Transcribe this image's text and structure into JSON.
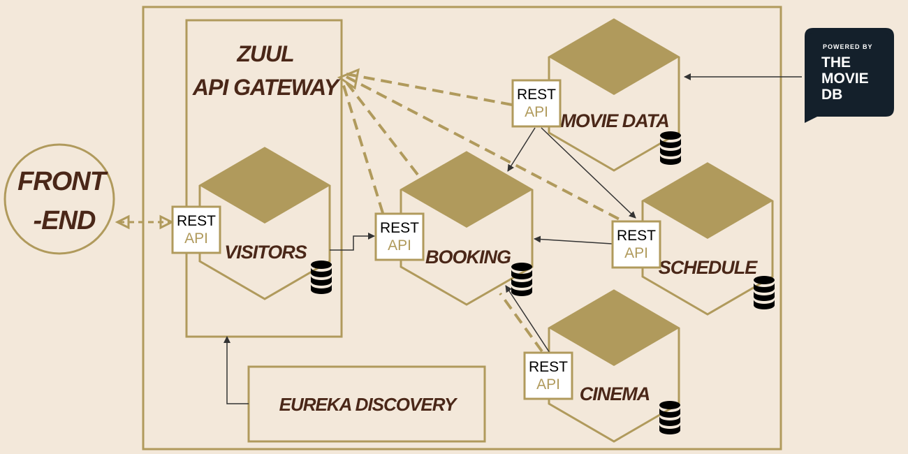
{
  "colors": {
    "background": "#f3e8da",
    "gold": "#b09a5c",
    "dark_brown": "#4a2718",
    "black": "#000000"
  },
  "front_end": {
    "line1": "FRONT",
    "line2": "-END"
  },
  "gateway": {
    "line1": "ZUUL",
    "line2": "API GATEWAY"
  },
  "eureka": {
    "label": "EUREKA DISCOVERY"
  },
  "services": [
    {
      "id": "visitors",
      "label": "VISITORS",
      "api": {
        "rest": "REST",
        "api": "API"
      }
    },
    {
      "id": "booking",
      "label": "BOOKING",
      "api": {
        "rest": "REST",
        "api": "API"
      }
    },
    {
      "id": "movie-data",
      "label": "MOVIE DATA",
      "api": {
        "rest": "REST",
        "api": "API"
      }
    },
    {
      "id": "schedule",
      "label": "SCHEDULE",
      "api": {
        "rest": "REST",
        "api": "API"
      }
    },
    {
      "id": "cinema",
      "label": "CINEMA",
      "api": {
        "rest": "REST",
        "api": "API"
      }
    }
  ],
  "tmdb_badge": {
    "powered_by": "POWERED BY",
    "line1": "THE",
    "line2": "MOVIE",
    "line3": "DB"
  },
  "icons": [
    "database-icon",
    "arrow-icon",
    "dashed-arrow-icon"
  ]
}
